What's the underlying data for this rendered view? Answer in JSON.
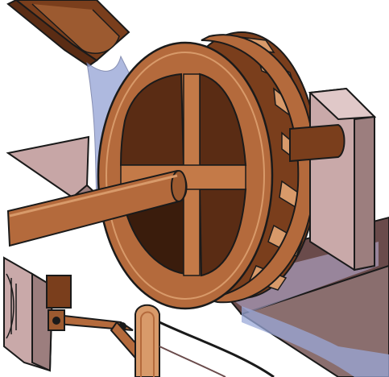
{
  "illustration": {
    "subject": "water-wheel-mechanism",
    "icons": [
      "water-chute",
      "water-stream",
      "water-wheel",
      "axle",
      "wooden-frame",
      "bearing-block",
      "trough",
      "crank-linkage",
      "gear-wheel",
      "lever-frame",
      "rope"
    ]
  },
  "colors": {
    "wood": "#b46a3c",
    "wood_dark": "#7a3e1c",
    "wood_shadow": "#5a2c14",
    "wood_light": "#d89a6a",
    "water": "#9aa8d8",
    "water_light": "#c2cbea",
    "stone": "#c9a9a9",
    "stone_dark": "#9c7e7e",
    "trough": "#c7a6a6",
    "outline": "#1a1a1a"
  }
}
